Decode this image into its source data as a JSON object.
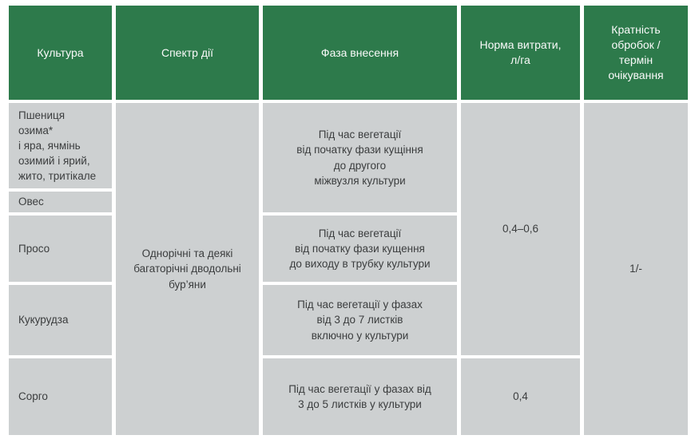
{
  "colors": {
    "header_bg": "#2D7A4B",
    "cell_bg": "#CDD0D1",
    "header_text": "#FAFAFA",
    "body_text": "#3B3D3E"
  },
  "table": {
    "headers": {
      "culture": "Культура",
      "spectrum": "Спектр дії",
      "phase": "Фаза внесення",
      "rate": "Норма витрати,\nл/га",
      "frequency": "Кратність\nобробок /\nтермін\nочікування"
    },
    "cultures": [
      "Пшениця\nозима*\nі яра, ячмінь\nозимий і ярий,\nжито, тритікале",
      "Овес",
      "Просо",
      "Кукурудза",
      "Сорго"
    ],
    "spectrum_value": "Однорічні та деякі\nбагаторічні дводольні\nбур’яни",
    "phases": [
      "Під час вегетації\nвід початку фази кущіння\nдо другого\nміжвузля культури",
      "Під час вегетації\nвід початку фази кущення\nдо виходу в трубку культури",
      "Під час вегетації у фазах\nвід 3 до 7 листків\nвключно у культури",
      "Під час вегетації у фазах від\n3 до 5 листків у культури"
    ],
    "rates": [
      "0,4–0,6",
      "0,4"
    ],
    "frequency_value": "1/-"
  }
}
